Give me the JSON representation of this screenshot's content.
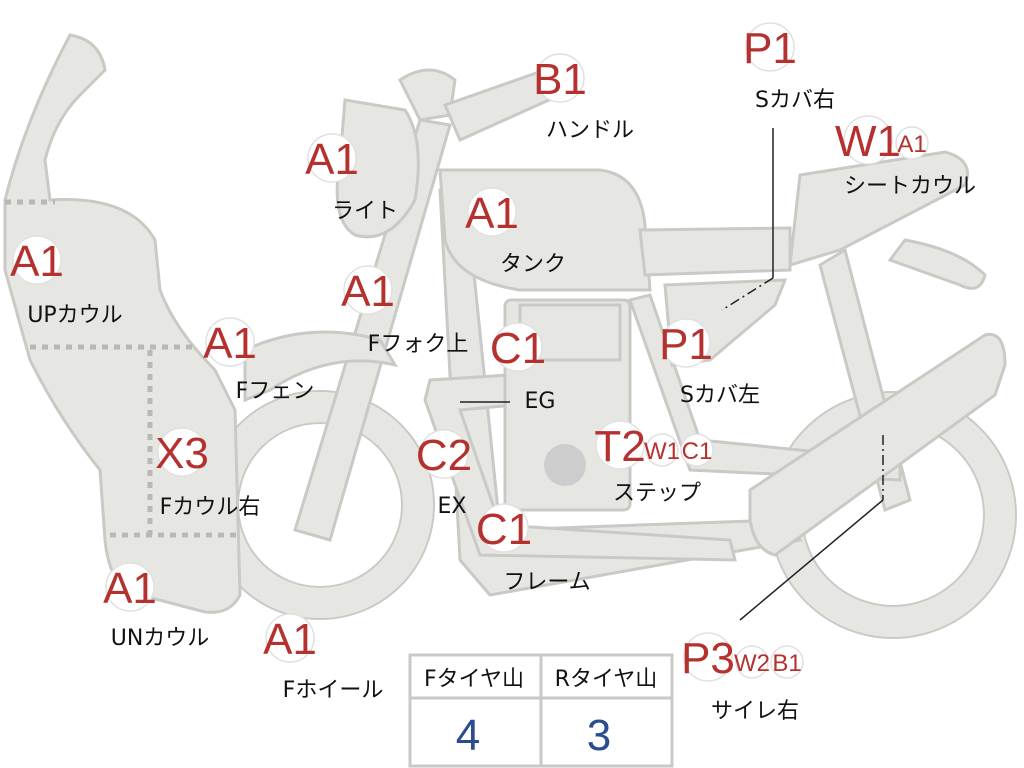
{
  "colors": {
    "code": "#b5312f",
    "label": "#111111",
    "part_fill": "#e6e6e3",
    "part_stroke": "#c9c9c5",
    "table_value": "#2a4d8f"
  },
  "parts": [
    {
      "id": "up-cowl",
      "label": "UPカウル",
      "codes": [
        "A1"
      ]
    },
    {
      "id": "light",
      "label": "ライト",
      "codes": [
        "A1"
      ]
    },
    {
      "id": "handle",
      "label": "ハンドル",
      "codes": [
        "B1"
      ]
    },
    {
      "id": "tank",
      "label": "タンク",
      "codes": [
        "A1"
      ]
    },
    {
      "id": "s-cover-right",
      "label": "Sカバ右",
      "codes": [
        "P1"
      ]
    },
    {
      "id": "seat-cowl",
      "label": "シートカウル",
      "codes": [
        "W1",
        "A1"
      ]
    },
    {
      "id": "f-fork-upper",
      "label": "Fフォク上",
      "codes": [
        "A1"
      ]
    },
    {
      "id": "f-fender",
      "label": "Fフェン",
      "codes": [
        "A1"
      ]
    },
    {
      "id": "engine",
      "label": "EG",
      "codes": [
        "C1"
      ]
    },
    {
      "id": "s-cover-left",
      "label": "Sカバ左",
      "codes": [
        "P1"
      ]
    },
    {
      "id": "f-cowl-right",
      "label": "Fカウル右",
      "codes": [
        "X3"
      ]
    },
    {
      "id": "exhaust",
      "label": "EX",
      "codes": [
        "C2"
      ]
    },
    {
      "id": "step",
      "label": "ステップ",
      "codes": [
        "T2",
        "W1",
        "C1"
      ]
    },
    {
      "id": "frame",
      "label": "フレーム",
      "codes": [
        "C1"
      ]
    },
    {
      "id": "un-cowl",
      "label": "UNカウル",
      "codes": [
        "A1"
      ]
    },
    {
      "id": "f-wheel",
      "label": "Fホイール",
      "codes": [
        "A1"
      ]
    },
    {
      "id": "silencer-right",
      "label": "サイレ右",
      "codes": [
        "P3",
        "W2",
        "B1"
      ]
    }
  ],
  "tire_table": {
    "headers": [
      "Fタイヤ山",
      "Rタイヤ山"
    ],
    "values": [
      "4",
      "3"
    ]
  }
}
